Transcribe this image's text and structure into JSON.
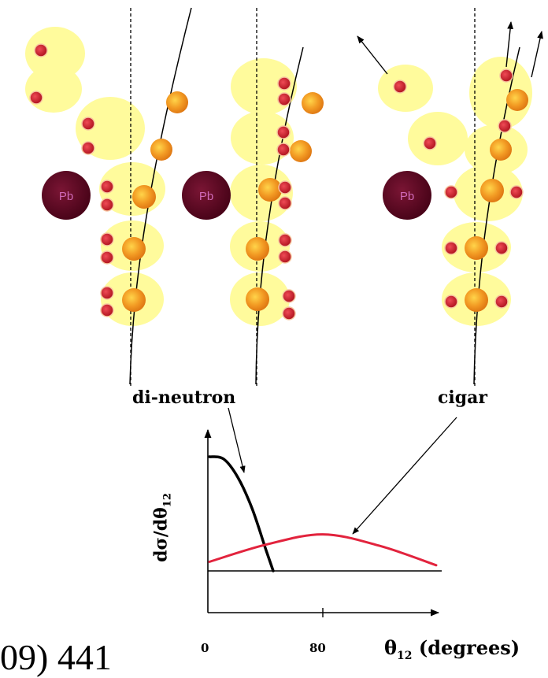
{
  "labels": {
    "dineutron": "di-neutron",
    "cigar": "cigar",
    "nucleus": "Pb",
    "y_axis_main": "dσ/dθ",
    "y_axis_sub": "12",
    "x_axis_main": "θ",
    "x_axis_sub": "12",
    "x_axis_unit": " (degrees)",
    "x_tick_0": "0",
    "x_tick_80": "80",
    "citation": "09) 441"
  },
  "colors": {
    "halo": "#fffb9c",
    "core": "#f0a12d",
    "neutron": "#c21f2f",
    "lead": "#5c0a24",
    "dineutron_curve": "#000000",
    "cigar_curve": "#e2233d"
  },
  "chart_data": {
    "type": "line",
    "xlabel": "θ12 (degrees)",
    "ylabel": "dσ/dθ12",
    "x_ticks": [
      "0",
      "80"
    ],
    "series": [
      {
        "name": "di-neutron",
        "x": [
          0,
          10,
          20,
          30,
          40,
          45
        ],
        "y": [
          1.0,
          0.98,
          0.82,
          0.55,
          0.18,
          0.0
        ]
      },
      {
        "name": "cigar",
        "x": [
          0,
          40,
          80,
          120,
          160
        ],
        "y": [
          0.08,
          0.23,
          0.32,
          0.22,
          0.05
        ]
      }
    ]
  }
}
